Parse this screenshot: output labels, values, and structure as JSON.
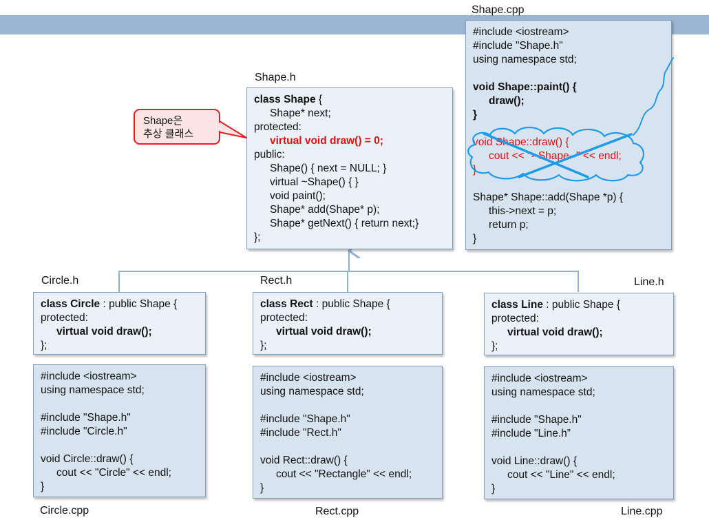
{
  "banner": {
    "color": "#9ab5d1"
  },
  "labels": {
    "shape_cpp": "Shape.cpp",
    "shape_h": "Shape.h",
    "circle_h": "Circle.h",
    "rect_h": "Rect.h",
    "line_h": "Line.h",
    "circle_cpp": "Circle.cpp",
    "rect_cpp": "Rect.cpp",
    "line_cpp": "Line.cpp"
  },
  "callout": {
    "line1": "Shape은",
    "line2": "추상 클래스"
  },
  "shape_h": {
    "l1_kw": "class Shape",
    "l1_rest": " {",
    "l2": "Shape* next;",
    "l3": "protected:",
    "l4": "virtual void draw() = 0;",
    "l5": "public:",
    "l6": "Shape() { next = NULL; }",
    "l7": "virtual ~Shape() { }",
    "l8": "void paint();",
    "l9": "Shape* add(Shape* p);",
    "l10": "Shape* getNext() { return next;}",
    "l11": "};"
  },
  "shape_cpp": {
    "l1": "#include <iostream>",
    "l2": "#include \"Shape.h\"",
    "l3": "using namespace std;",
    "l4": "void Shape::paint() {",
    "l5": "draw();",
    "l6": "}",
    "l7": "void Shape::draw() {",
    "l8": "cout << \"--Shape--\" << endl;",
    "l9": "}",
    "l10": "Shape* Shape::add(Shape *p) {",
    "l11": "this->next = p;",
    "l12": "return p;",
    "l13": "}"
  },
  "circle_h": {
    "l1_kw": "class Circle",
    "l1_rest": " : public Shape {",
    "l2": "protected:",
    "l3": "virtual void draw();",
    "l4": "};"
  },
  "rect_h": {
    "l1_kw": "class Rect",
    "l1_rest": " : public Shape {",
    "l2": "protected:",
    "l3": "virtual void draw();",
    "l4": "};"
  },
  "line_h": {
    "l1_kw": "class Line",
    "l1_rest": " : public Shape {",
    "l2": "protected:",
    "l3": "virtual void draw();",
    "l4": "};"
  },
  "circle_cpp": {
    "l1": "#include <iostream>",
    "l2": "using namespace std;",
    "l3": "#include \"Shape.h\"",
    "l4": "#include \"Circle.h\"",
    "l5": "void Circle::draw() {",
    "l6": "cout << \"Circle\" << endl;",
    "l7": "}"
  },
  "rect_cpp": {
    "l1": "#include <iostream>",
    "l2": "using namespace std;",
    "l3": "#include \"Shape.h\"",
    "l4": "#include \"Rect.h\"",
    "l5": "void Rect::draw() {",
    "l6": "cout << \"Rectangle\" << endl;",
    "l7": "}"
  },
  "line_cpp": {
    "l1": "#include <iostream>",
    "l2": "using namespace std;",
    "l3": "#include \"Shape.h\"",
    "l4": "#include \"Line.h”",
    "l5": "void Line::draw() {",
    "l6": "cout << \"Line\" << endl;",
    "l7": "}"
  },
  "colors": {
    "emphasis": "#e01010",
    "annotation": "#1e9be8",
    "connector": "#8fb2d4"
  }
}
